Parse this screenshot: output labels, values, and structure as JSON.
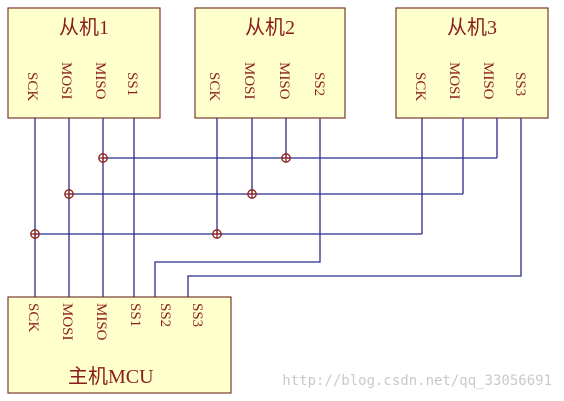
{
  "slave1": {
    "title": "从机1",
    "pins": {
      "sck": "SCK",
      "mosi": "MOSI",
      "miso": "MISO",
      "ss": "SS1"
    }
  },
  "slave2": {
    "title": "从机2",
    "pins": {
      "sck": "SCK",
      "mosi": "MOSI",
      "miso": "MISO",
      "ss": "SS2"
    }
  },
  "slave3": {
    "title": "从机3",
    "pins": {
      "sck": "SCK",
      "mosi": "MOSI",
      "miso": "MISO",
      "ss": "SS3"
    }
  },
  "master": {
    "title": "主机MCU",
    "pins": {
      "sck": "SCK",
      "mosi": "MOSI",
      "miso": "MISO",
      "ss1": "SS1",
      "ss2": "SS2",
      "ss3": "SS3"
    }
  },
  "watermark": "http://blog.csdn.net/qq_33056691",
  "colors": {
    "box_fill": "#ffffcc",
    "box_stroke": "#7a3a2e",
    "text": "#8a1c1c",
    "wire": "#2b2b8c",
    "junction": "#8a1c1c"
  }
}
